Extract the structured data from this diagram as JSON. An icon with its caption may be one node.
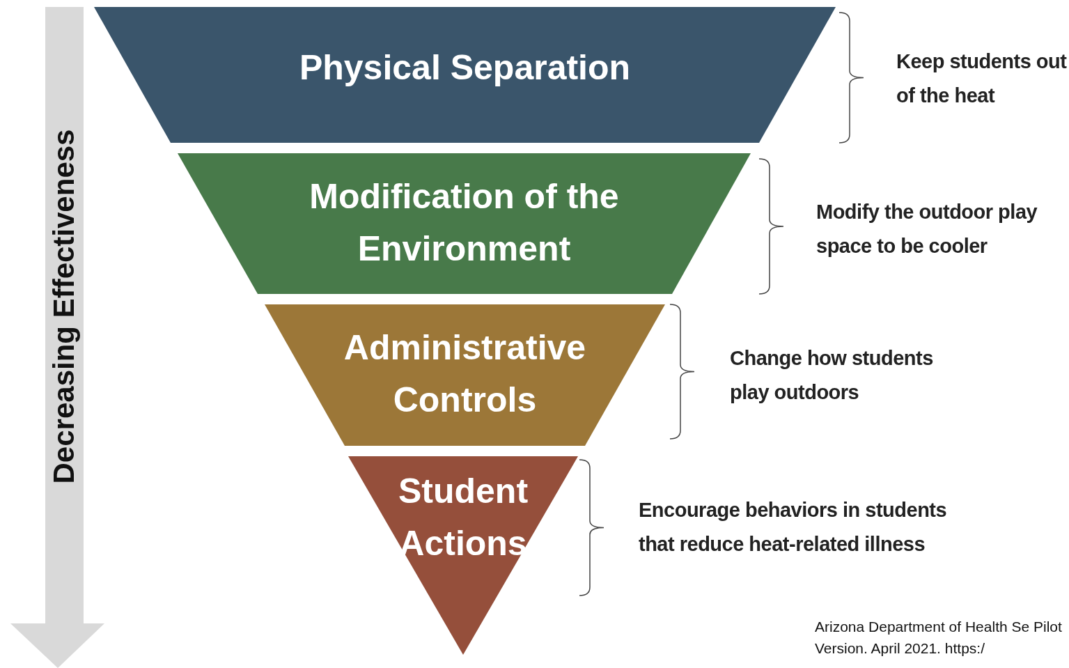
{
  "diagram": {
    "nodes": [
      {
        "text": [
          "Physical Separation"
        ],
        "beside": [
          "Keep students out of the heat"
        ]
      },
      {
        "text": [
          "Modification of the Environment"
        ],
        "beside": [
          "Modify the outdoor play space to be cooler"
        ]
      },
      {
        "text": [
          "Administrative Controls"
        ],
        "beside": [
          "Change how students play outdoors"
        ]
      },
      {
        "text": [
          "Student Actions"
        ],
        "beside": [
          "Encourage behaviors in students that reduce heat-related illness"
        ]
      }
    ],
    "edges": [],
    "labels": [
      "Decreasing Effectiveness",
      "Arizona Department of Health Se Pilot Version. April 2021. https:/"
    ]
  }
}
